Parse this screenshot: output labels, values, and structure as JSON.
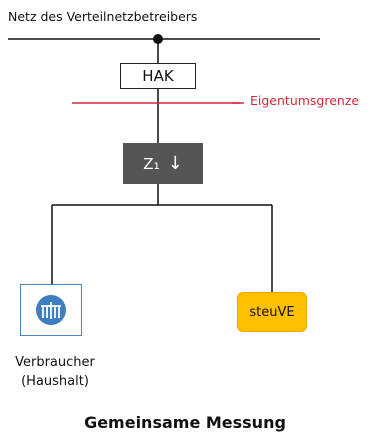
{
  "network_label": "Netz des Verteilnetzbetreibers",
  "hak_label": "HAK",
  "ownership_boundary_label": "Eigentumsgrenze",
  "meter": {
    "label": "Z₁",
    "arrow": "↓"
  },
  "household_label": {
    "line1": "Verbraucher",
    "line2": "(Haushalt)"
  },
  "steuve_label": "steuVE",
  "caption": "Gemeinsame Messung",
  "colors": {
    "boundary": "#d42a3c",
    "meter_fill": "#555555",
    "household_icon": "#3f7ec0",
    "steuve_fill": "#ffc000"
  }
}
